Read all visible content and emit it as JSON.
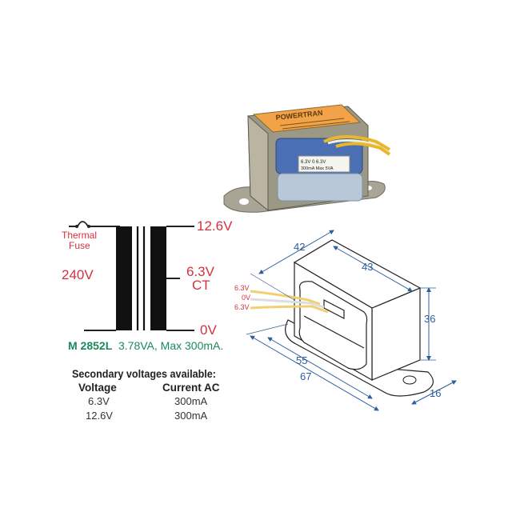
{
  "photo": {
    "label_brand": "POWERTRAN",
    "tag_line1": "6.3V  0  6.3V",
    "tag_line2": "300mA  Max  5VA"
  },
  "schematic": {
    "fuse_label_line1": "Thermal",
    "fuse_label_line2": "Fuse",
    "primary_voltage": "240V",
    "secondary_top": "12.6V",
    "secondary_center": "6.3V",
    "secondary_center_tag": "CT",
    "secondary_bottom": "0V",
    "model": "M 2852L",
    "rating": "3.78VA, Max 300mA."
  },
  "table": {
    "title": "Secondary voltages available:",
    "headers": [
      "Voltage",
      "Current AC"
    ],
    "rows": [
      [
        "6.3V",
        "300mA"
      ],
      [
        "12.6V",
        "300mA"
      ]
    ]
  },
  "dimensions": {
    "units": "mm",
    "width_top": "42",
    "depth_top": "43",
    "height": "36",
    "base_inner": "55",
    "base_outer": "67",
    "foot_width": "16",
    "leads": [
      "6.3V",
      "0V",
      "6.3V"
    ]
  },
  "colors": {
    "voltage_red": "#d6303f",
    "model_green": "#1a8a5a",
    "dimension_blue": "#2d5f9e"
  }
}
